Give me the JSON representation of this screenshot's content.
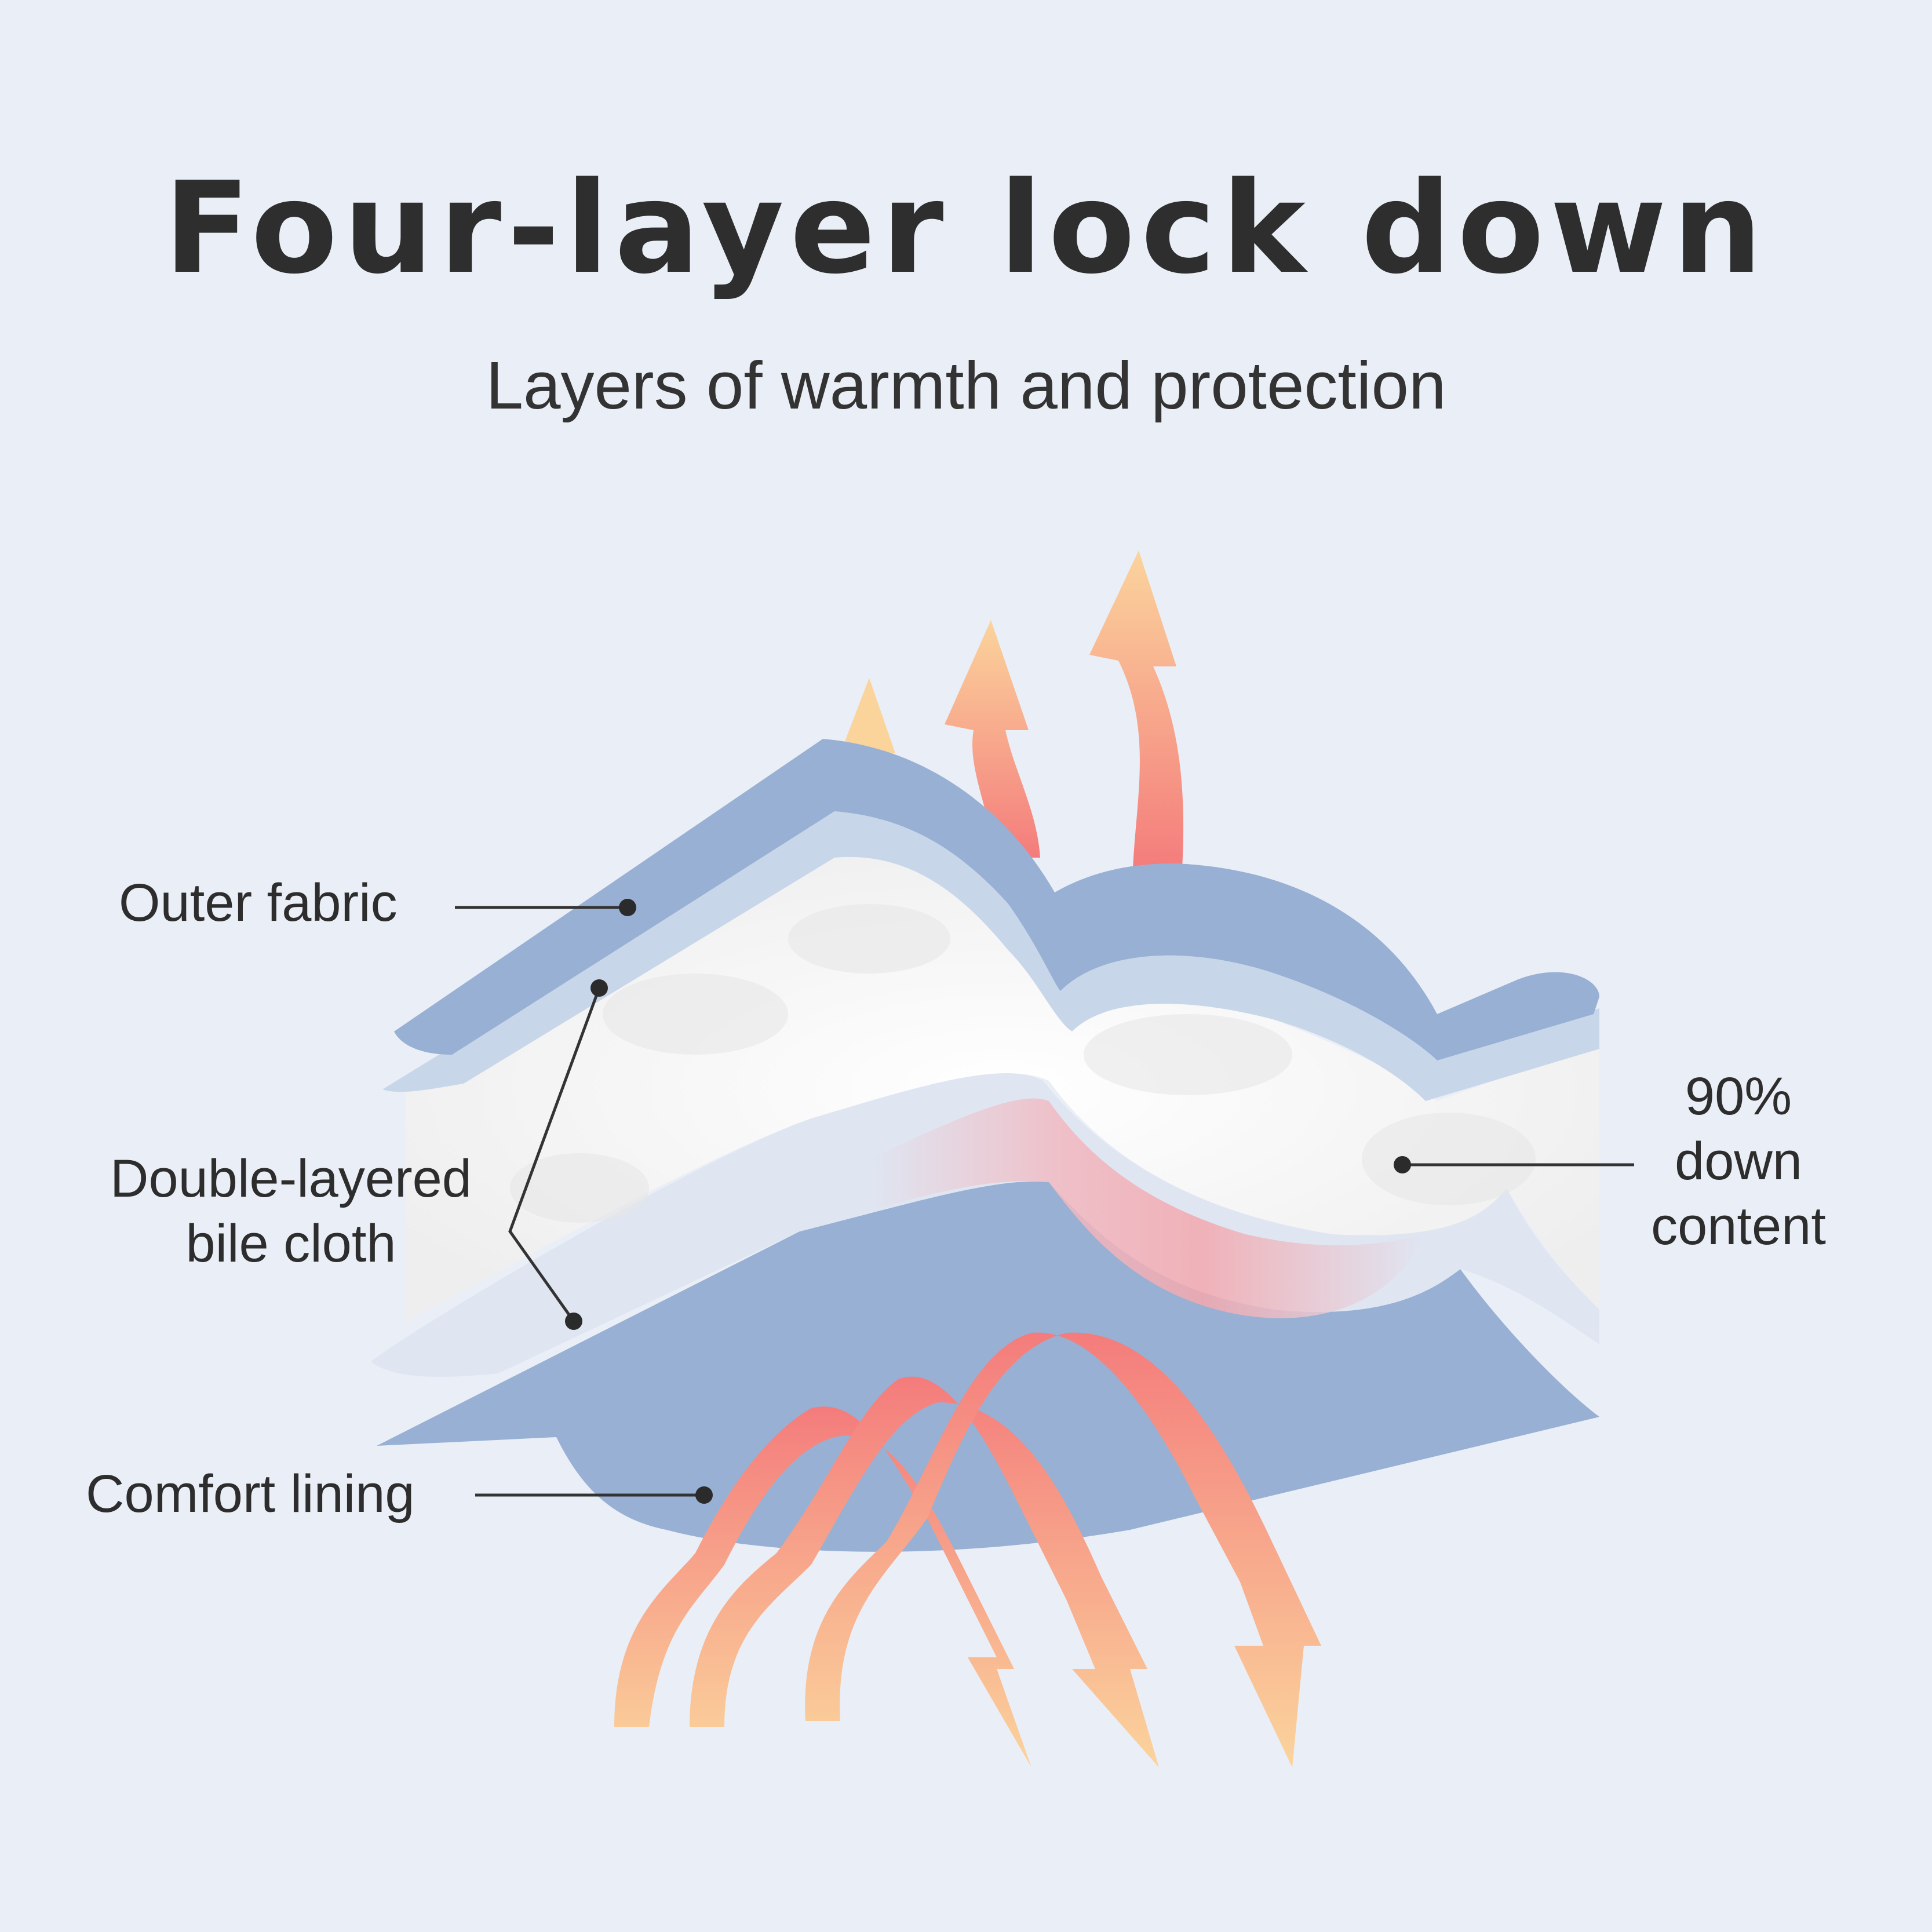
{
  "header": {
    "title": "Four-layer lock down",
    "subtitle": "Layers of warmth and protection"
  },
  "labels": {
    "outer_fabric": "Outer fabric",
    "bile_cloth_line1": "Double-layered",
    "bile_cloth_line2": "bile cloth",
    "down_line1": "90%",
    "down_line2": "down",
    "down_line3": "content",
    "comfort_lining": "Comfort lining"
  },
  "colors": {
    "background": "#eaeef6",
    "outer_layer": "#98b0d3",
    "bile_layer": "#c8d6ea",
    "down_layer": "#f8f8f8",
    "heat_warm": "#f47c7c",
    "heat_light": "#fbd49c",
    "leader_line": "#333333"
  }
}
